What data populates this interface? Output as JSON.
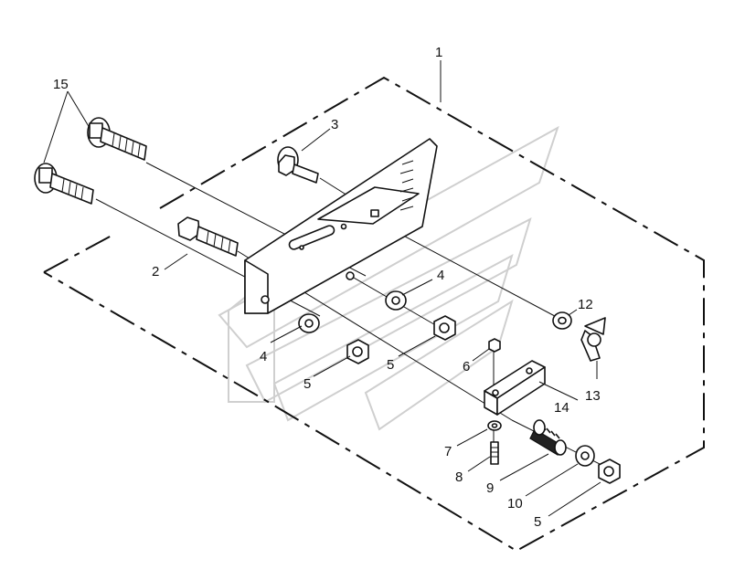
{
  "callouts": {
    "c1": "1",
    "c2": "2",
    "c3": "3",
    "c4a": "4",
    "c4b": "4",
    "c5a": "5",
    "c5b": "5",
    "c5c": "5",
    "c6": "6",
    "c7": "7",
    "c8": "8",
    "c9": "9",
    "c10": "10",
    "c12": "12",
    "c13": "13",
    "c14": "14",
    "c15": "15"
  },
  "colors": {
    "line": "#111111",
    "watermark": "#cfcfcf",
    "background": "#ffffff"
  }
}
